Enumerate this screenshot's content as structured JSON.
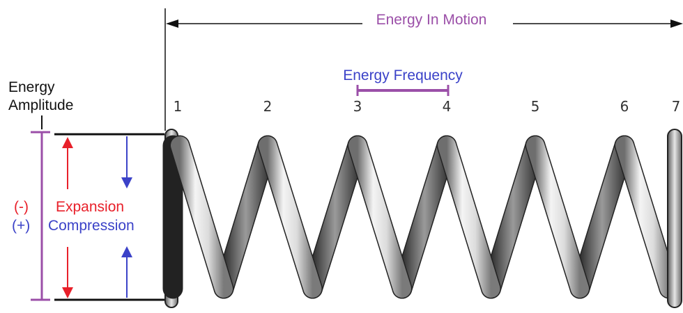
{
  "diagram": {
    "top_label": "Energy In Motion",
    "frequency_label": "Energy Frequency",
    "amplitude_label": {
      "line1": "Energy",
      "line2": "Amplitude"
    },
    "expansion": {
      "sign": "(-)",
      "label": "Expansion"
    },
    "compression": {
      "sign": "(+)",
      "label": "Compression"
    },
    "coil_numbers": [
      "1",
      "2",
      "3",
      "4",
      "5",
      "6",
      "7"
    ]
  },
  "colors": {
    "purple": "#9b4fa8",
    "red": "#e8202a",
    "blue": "#3b42c8",
    "black": "#111111",
    "coil_dark": "#555555",
    "coil_light": "#f2f2f2"
  }
}
